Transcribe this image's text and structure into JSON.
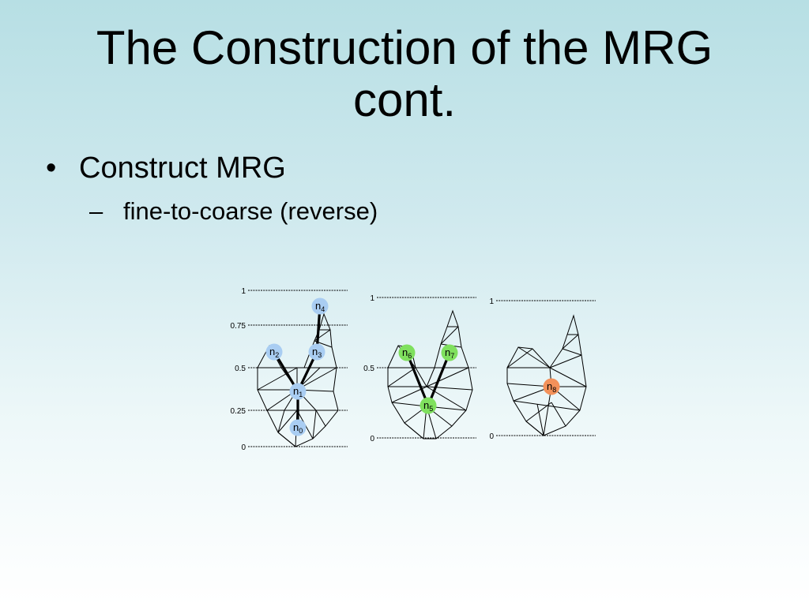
{
  "slide": {
    "title_line1": "The Construction of the MRG",
    "title_line2": "cont.",
    "bullet": "Construct MRG",
    "bullet_marker": "•",
    "sub_bullet": "fine-to-coarse (reverse)",
    "sub_marker": "–"
  },
  "diagram": {
    "colors": {
      "fine_nodes": "#a9cdf2",
      "mid_nodes": "#7fe05e",
      "coarse_nodes": "#f3915a",
      "mesh": "#000000",
      "edges": "#000000"
    },
    "panels": [
      {
        "id": "panel-1",
        "levels": [
          "1",
          "0.75",
          "0.5",
          "0.25",
          "0"
        ],
        "nodes": [
          {
            "id": "n0",
            "base": "n",
            "sub": "0"
          },
          {
            "id": "n1",
            "base": "n",
            "sub": "1"
          },
          {
            "id": "n2",
            "base": "n",
            "sub": "2"
          },
          {
            "id": "n3",
            "base": "n",
            "sub": "3"
          },
          {
            "id": "n4",
            "base": "n",
            "sub": "4"
          }
        ]
      },
      {
        "id": "panel-2",
        "levels": [
          "1",
          "0.5",
          "0"
        ],
        "nodes": [
          {
            "id": "n5",
            "base": "n",
            "sub": "5"
          },
          {
            "id": "n6",
            "base": "n",
            "sub": "6"
          },
          {
            "id": "n7",
            "base": "n",
            "sub": "7"
          }
        ]
      },
      {
        "id": "panel-3",
        "levels": [
          "1",
          "0"
        ],
        "nodes": [
          {
            "id": "n8",
            "base": "n",
            "sub": "8"
          }
        ]
      }
    ]
  }
}
